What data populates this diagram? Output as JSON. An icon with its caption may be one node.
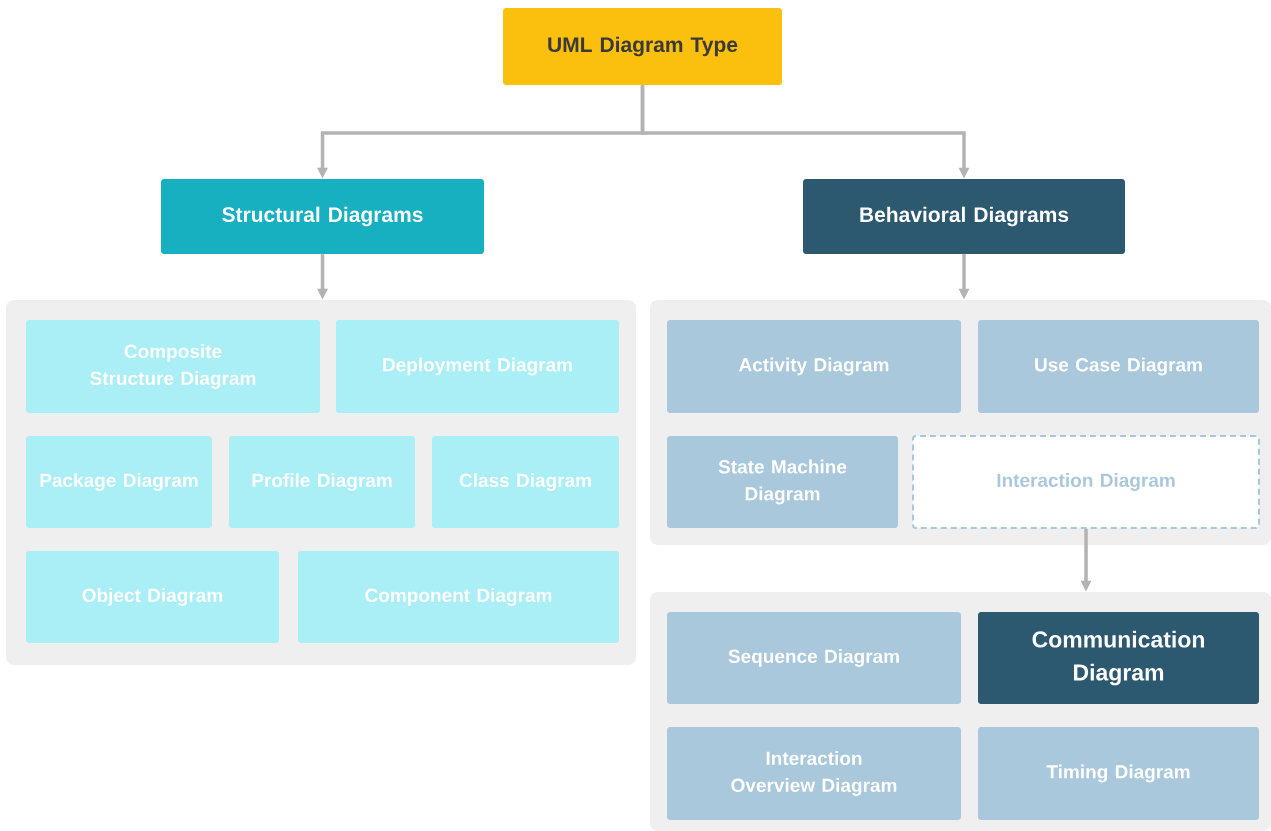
{
  "diagram": {
    "nodes": [
      {
        "text": [
          "UML Diagram Type"
        ]
      },
      {
        "text": [
          "Structural Diagrams"
        ]
      },
      {
        "text": [
          "Behavioral Diagrams"
        ]
      },
      {
        "text": [],
        "shape": "box"
      },
      {
        "text": [
          "Composite Structure Diagram"
        ],
        "in": 3
      },
      {
        "text": [
          "Deployment Diagram"
        ],
        "in": 3
      },
      {
        "text": [
          "Package Diagram"
        ],
        "in": 3
      },
      {
        "text": [
          "Profile Diagram"
        ],
        "in": 3
      },
      {
        "text": [
          "Class Diagram"
        ],
        "in": 3
      },
      {
        "text": [
          "Object Diagram"
        ],
        "in": 3
      },
      {
        "text": [
          "Component Diagram"
        ],
        "in": 3
      },
      {
        "text": [],
        "shape": "box"
      },
      {
        "text": [
          "Activity Diagram"
        ],
        "in": 11
      },
      {
        "text": [
          "Use Case Diagram"
        ],
        "in": 11
      },
      {
        "text": [
          "State Machine Diagram"
        ],
        "in": 11
      },
      {
        "text": [
          "Interaction Diagram"
        ],
        "in": 11
      },
      {
        "text": [],
        "shape": "box"
      },
      {
        "text": [
          "Sequence Diagram"
        ],
        "in": 16
      },
      {
        "text": [
          "Communication Diagram"
        ],
        "in": 16
      },
      {
        "text": [
          "Interaction Overview Diagram"
        ],
        "in": 16
      },
      {
        "text": [
          "Timing Diagram"
        ],
        "in": 16
      }
    ],
    "edges": [
      {
        "from": 0,
        "to": 1,
        "arrow": "to"
      },
      {
        "from": 0,
        "to": 2,
        "arrow": "to"
      },
      {
        "from": 1,
        "to": 3,
        "arrow": "to"
      },
      {
        "from": 2,
        "to": 11,
        "arrow": "to"
      },
      {
        "from": 15,
        "to": 16,
        "arrow": "to"
      }
    ]
  }
}
